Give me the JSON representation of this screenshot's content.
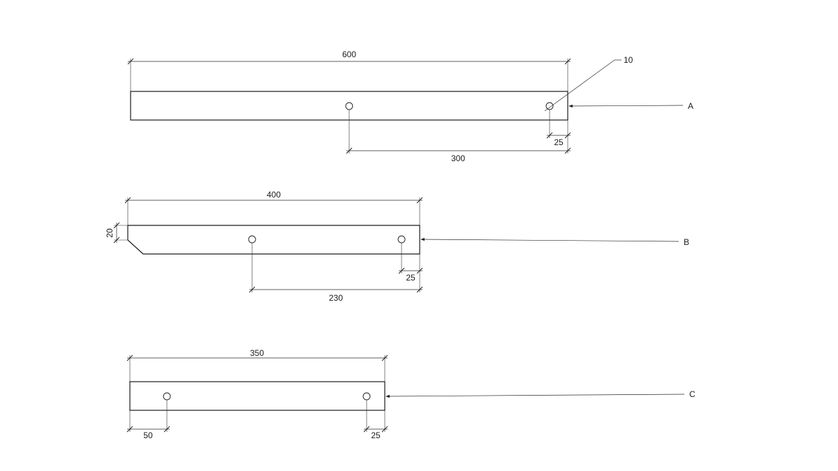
{
  "parts": [
    {
      "label": "A",
      "overall_length": "600",
      "hole_diameter": "10",
      "hole_spacing": "300",
      "end_offset": "25"
    },
    {
      "label": "B",
      "overall_length": "400",
      "chamfer": "20",
      "hole_spacing": "230",
      "end_offset": "25"
    },
    {
      "label": "C",
      "overall_length": "350",
      "start_offset": "50",
      "end_offset": "25"
    }
  ]
}
